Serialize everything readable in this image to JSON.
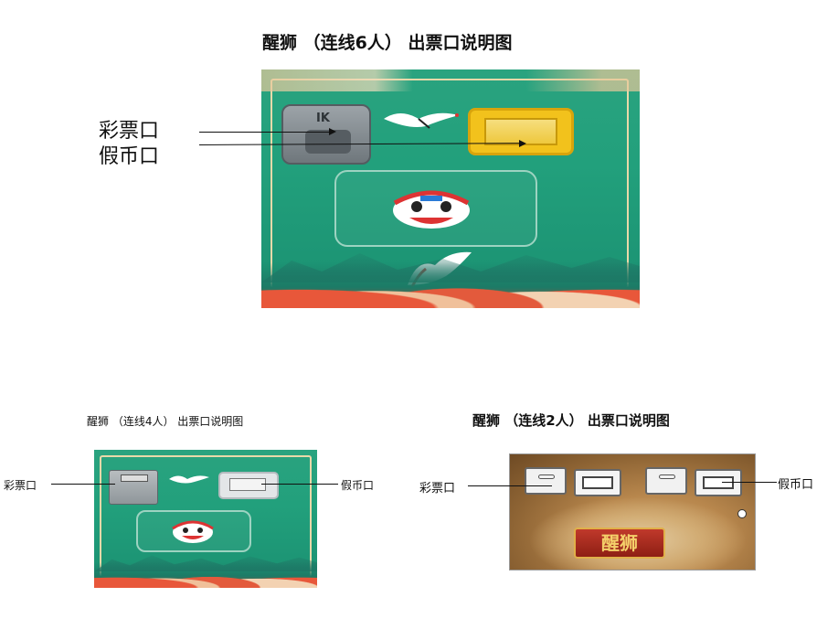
{
  "section_6": {
    "title": "醒狮 （连线6人） 出票口说明图",
    "label_ticket": "彩票口",
    "label_fake": "假币口",
    "coin_slot_brand": "IK"
  },
  "section_4": {
    "title": "醒狮 （连线4人） 出票口说明图",
    "label_ticket": "彩票口",
    "label_fake": "假币口"
  },
  "section_2": {
    "title": "醒狮 （连线2人） 出票口说明图",
    "label_ticket": "彩票口",
    "label_fake": "假币口",
    "sign_text": "醒狮"
  },
  "colors": {
    "panel_teal": "#22a07c",
    "fake_slot_yellow": "#f2c21c",
    "cloud_red": "#e35a3c",
    "lion_bg_brown": "#b8874d"
  }
}
